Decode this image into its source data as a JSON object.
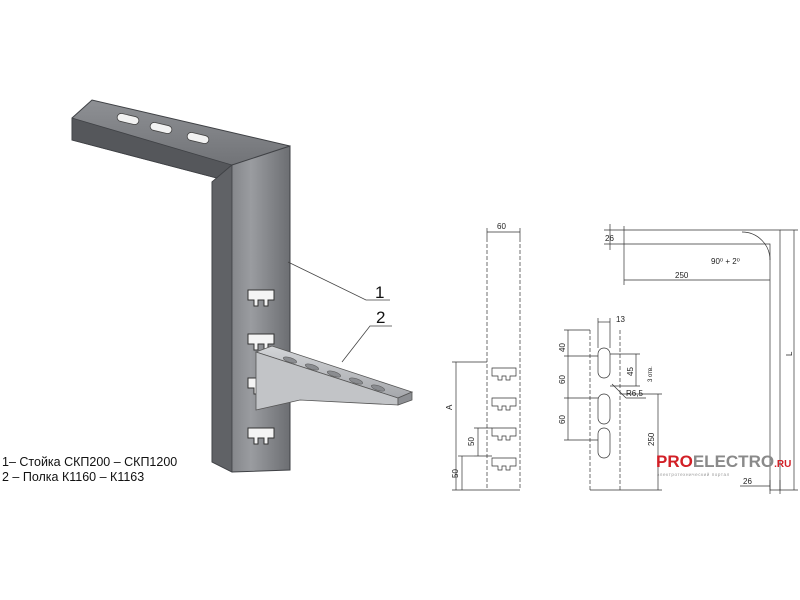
{
  "legend": {
    "item1": "1– Стойка СКП200 – СКП1200",
    "item2": "2 – Полка К1160 – К1163"
  },
  "callouts": {
    "c1": "1",
    "c2": "2"
  },
  "front_view": {
    "width": "60",
    "height": "A",
    "step": "50",
    "bottom": "50"
  },
  "side_view": {
    "hole_width": "13",
    "top_offset": "40",
    "pitch1": "60",
    "pitch2": "60",
    "slot_length": "45",
    "slot_count": "3 отв.",
    "radius": "R6,5",
    "bottom_length": "250"
  },
  "profile_view": {
    "top_thickness": "26",
    "angle": "90⁰ + 2⁰",
    "arm_length": "250",
    "length": "L",
    "bottom_thickness": "26"
  },
  "logo": {
    "part1": "PRO",
    "part2": "ELECTRO",
    "suffix": ".RU",
    "tagline": "электротехнический портал"
  }
}
